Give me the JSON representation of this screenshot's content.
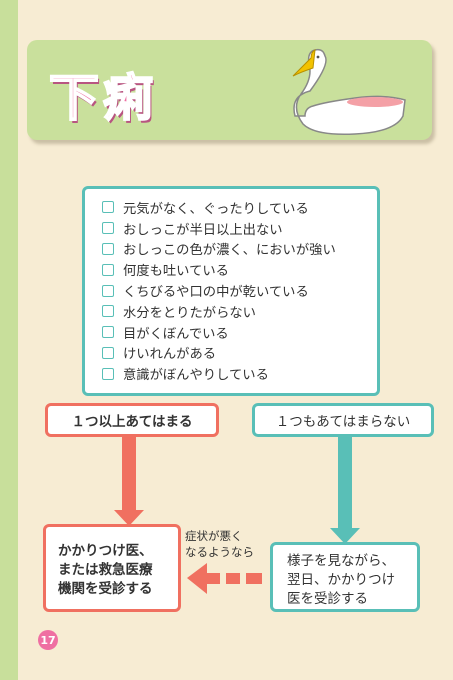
{
  "title": "下痢",
  "checklist": [
    "元気がなく、ぐったりしている",
    "おしっこが半日以上出ない",
    "おしっこの色が濃く、においが強い",
    "何度も吐いている",
    "くちびるや口の中が乾いている",
    "水分をとりたがらない",
    "目がくぼんでいる",
    "けいれんがある",
    "意識がぼんやりしている"
  ],
  "branches": {
    "one_or_more": "１つ以上あてはまる",
    "none": "１つもあてはまらない"
  },
  "results": {
    "see_doctor": "かかりつけ医、\nまたは救急医療\n機関を受診する",
    "watch": "様子を見ながら、\n翌日、かかりつけ\n医を受診する"
  },
  "escalation_note": "症状が悪く\nなるようなら",
  "page_number": "17",
  "colors": {
    "accent_pink": "#ef6fa2",
    "teal": "#59bfb7",
    "coral": "#f07060",
    "title_band": "#c9e09c",
    "background": "#f7ecd3"
  }
}
